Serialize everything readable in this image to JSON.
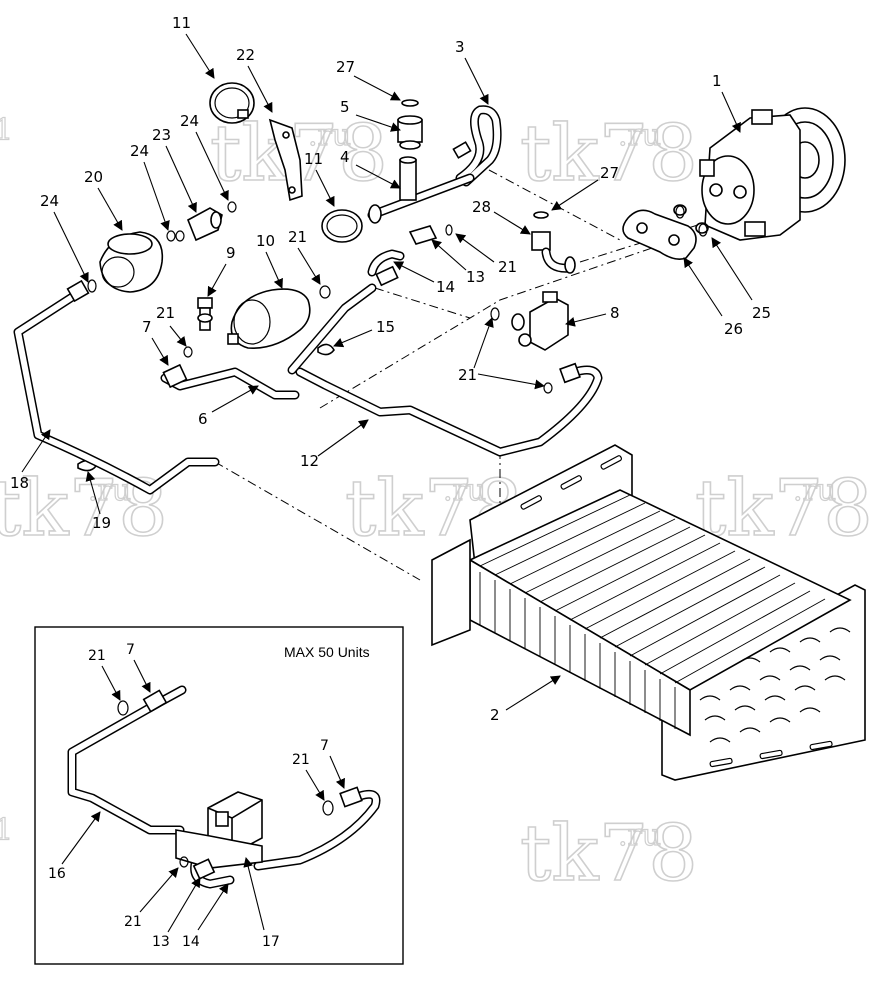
{
  "watermark": {
    "text": "tk78",
    "sup": ".ru"
  },
  "inset": {
    "title": "MAX 50 Units"
  },
  "callouts": {
    "c1": "1",
    "c2": "2",
    "c3": "3",
    "c4": "4",
    "c5": "5",
    "c6": "6",
    "c7": "7",
    "c8": "8",
    "c9": "9",
    "c10": "10",
    "c11": "11",
    "c12": "12",
    "c13": "13",
    "c14": "14",
    "c15": "15",
    "c16": "16",
    "c17": "17",
    "c18": "18",
    "c19": "19",
    "c20": "20",
    "c21": "21",
    "c22": "22",
    "c23": "23",
    "c24": "24",
    "c25": "25",
    "c26": "26",
    "c27": "27",
    "c28": "28"
  },
  "icons": {
    "arrow": "filled-triangle-arrowhead"
  }
}
